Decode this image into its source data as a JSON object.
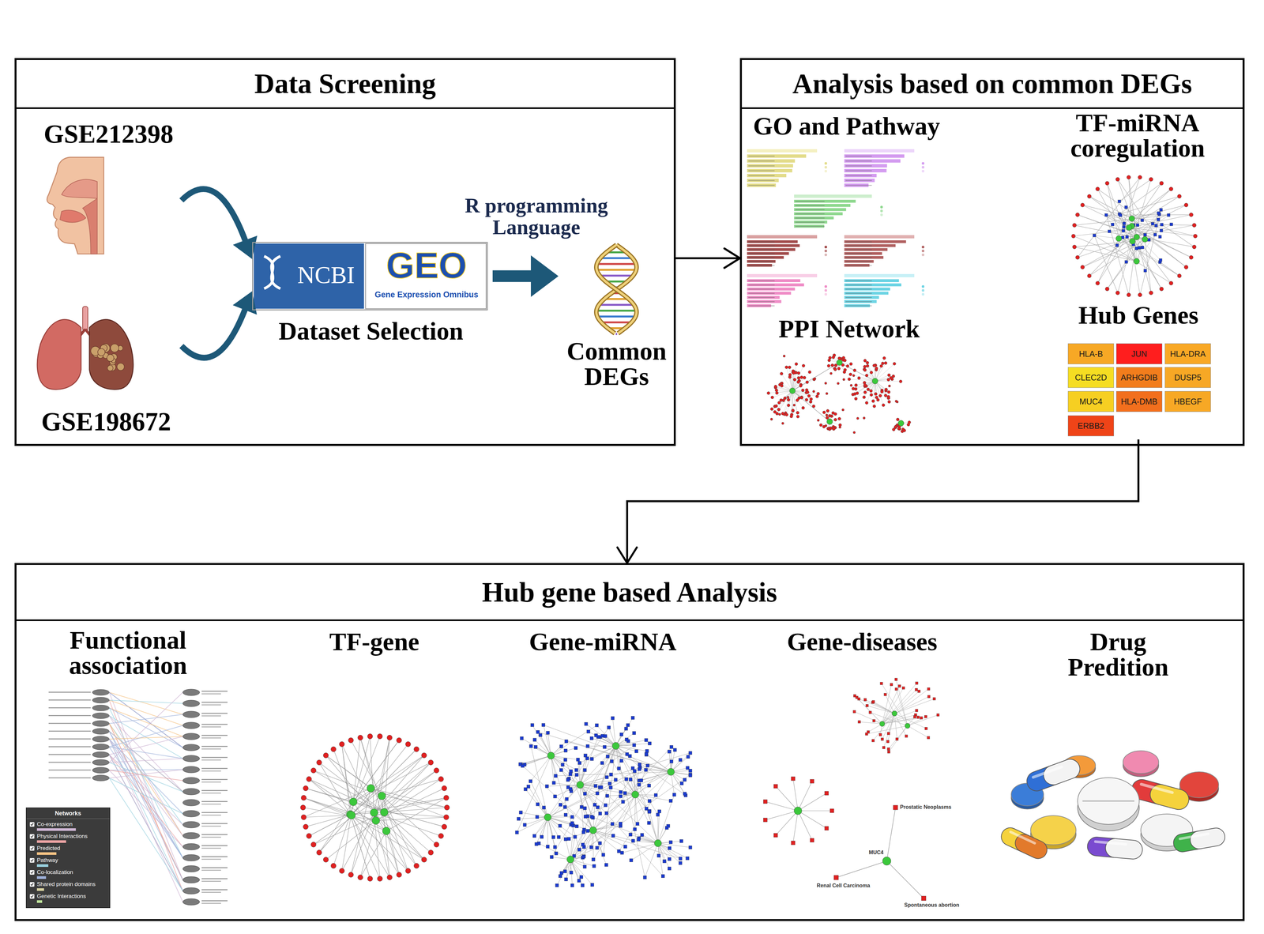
{
  "diagram": {
    "nodes": [
      {
        "text": [
          "Data Screening"
        ]
      },
      {
        "text": [
          "GSE212398"
        ],
        "in": 0
      },
      {
        "text": [
          "GSE198672"
        ],
        "in": 0
      },
      {
        "text": [
          "NCBI",
          "GEO",
          "Gene Expression Omnibus",
          "Dataset Selection"
        ],
        "in": 0
      },
      {
        "text": [
          "Common DEGs"
        ],
        "in": 0
      },
      {
        "text": [
          "Analysis based on common DEGs"
        ]
      },
      {
        "text": [
          "GO and Pathway"
        ],
        "in": 5
      },
      {
        "text": [
          "TF-miRNA coregulation"
        ],
        "in": 5
      },
      {
        "text": [
          "PPI Network"
        ],
        "in": 5
      },
      {
        "text": [
          "Hub Genes"
        ],
        "in": 5
      },
      {
        "text": [
          "HLA-B"
        ],
        "in": 9
      },
      {
        "text": [
          "JUN"
        ],
        "in": 9
      },
      {
        "text": [
          "HLA-DRA"
        ],
        "in": 9
      },
      {
        "text": [
          "CLEC2D"
        ],
        "in": 9
      },
      {
        "text": [
          "ARHGDIB"
        ],
        "in": 9
      },
      {
        "text": [
          "DUSP5"
        ],
        "in": 9
      },
      {
        "text": [
          "MUC4"
        ],
        "in": 9
      },
      {
        "text": [
          "HLA-DMB"
        ],
        "in": 9
      },
      {
        "text": [
          "HBEGF"
        ],
        "in": 9
      },
      {
        "text": [
          "ERBB2"
        ],
        "in": 9
      },
      {
        "text": [
          "Hub gene based Analysis"
        ]
      },
      {
        "text": [
          "Functional association"
        ],
        "in": 20
      },
      {
        "text": [
          "TF-gene"
        ],
        "in": 20
      },
      {
        "text": [
          "Gene-miRNA"
        ],
        "in": 20
      },
      {
        "text": [
          "Gene-diseases"
        ],
        "in": 20
      },
      {
        "text": [
          "Drug Predition"
        ],
        "in": 20
      }
    ],
    "edges": [
      {
        "from": 1,
        "to": 3,
        "arrow": "to"
      },
      {
        "from": 2,
        "to": 3,
        "arrow": "to"
      },
      {
        "from": 3,
        "to": 4,
        "arrow": "to"
      },
      {
        "from": 0,
        "to": 5,
        "arrow": "to"
      },
      {
        "from": 9,
        "to": 20,
        "arrow": "to"
      }
    ],
    "labels": [
      "R programming Language",
      "Networks",
      "Prostatic Neoplasms",
      "MUC4",
      "Renal Cell Carcinoma",
      "Spontaneous abortion"
    ],
    "legend": [
      {
        "text": "Co-expression",
        "color": "#d0b7d5"
      },
      {
        "text": "Physical Interactions",
        "color": "#eaa2a2"
      },
      {
        "text": "Predicted",
        "color": "#f6c384"
      },
      {
        "text": "Pathway",
        "color": "#9ad2e0"
      },
      {
        "text": "Co-localization",
        "color": "#a0b3dc"
      },
      {
        "text": "Shared protein domains",
        "color": "#dad4a2"
      },
      {
        "text": "Genetic Interactions",
        "color": "#c2e79e"
      }
    ]
  }
}
